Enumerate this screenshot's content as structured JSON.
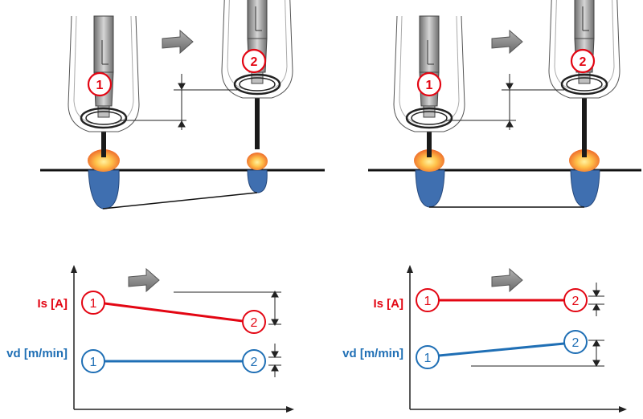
{
  "colors": {
    "red": "#e30613",
    "blue": "#1f6fb5",
    "pool": "#3f6fb0",
    "arc_outer": "#f2793a",
    "arc_inner": "#ffd25a",
    "arrow": "#8c8c8c",
    "line": "#111111"
  },
  "icons": {
    "direction_arrow": "right-arrow-icon",
    "torch": "welding-torch-icon"
  },
  "scenarios": [
    {
      "id": "left",
      "torch_positions": [
        "1",
        "2"
      ],
      "graph": {
        "is_label": "Is [A]",
        "vd_label": "vd [m/min]",
        "is_markers": [
          "1",
          "2"
        ],
        "vd_markers": [
          "1",
          "2"
        ]
      }
    },
    {
      "id": "right",
      "torch_positions": [
        "1",
        "2"
      ],
      "graph": {
        "is_label": "Is [A]",
        "vd_label": "vd [m/min]",
        "is_markers": [
          "1",
          "2"
        ],
        "vd_markers": [
          "1",
          "2"
        ]
      }
    }
  ]
}
